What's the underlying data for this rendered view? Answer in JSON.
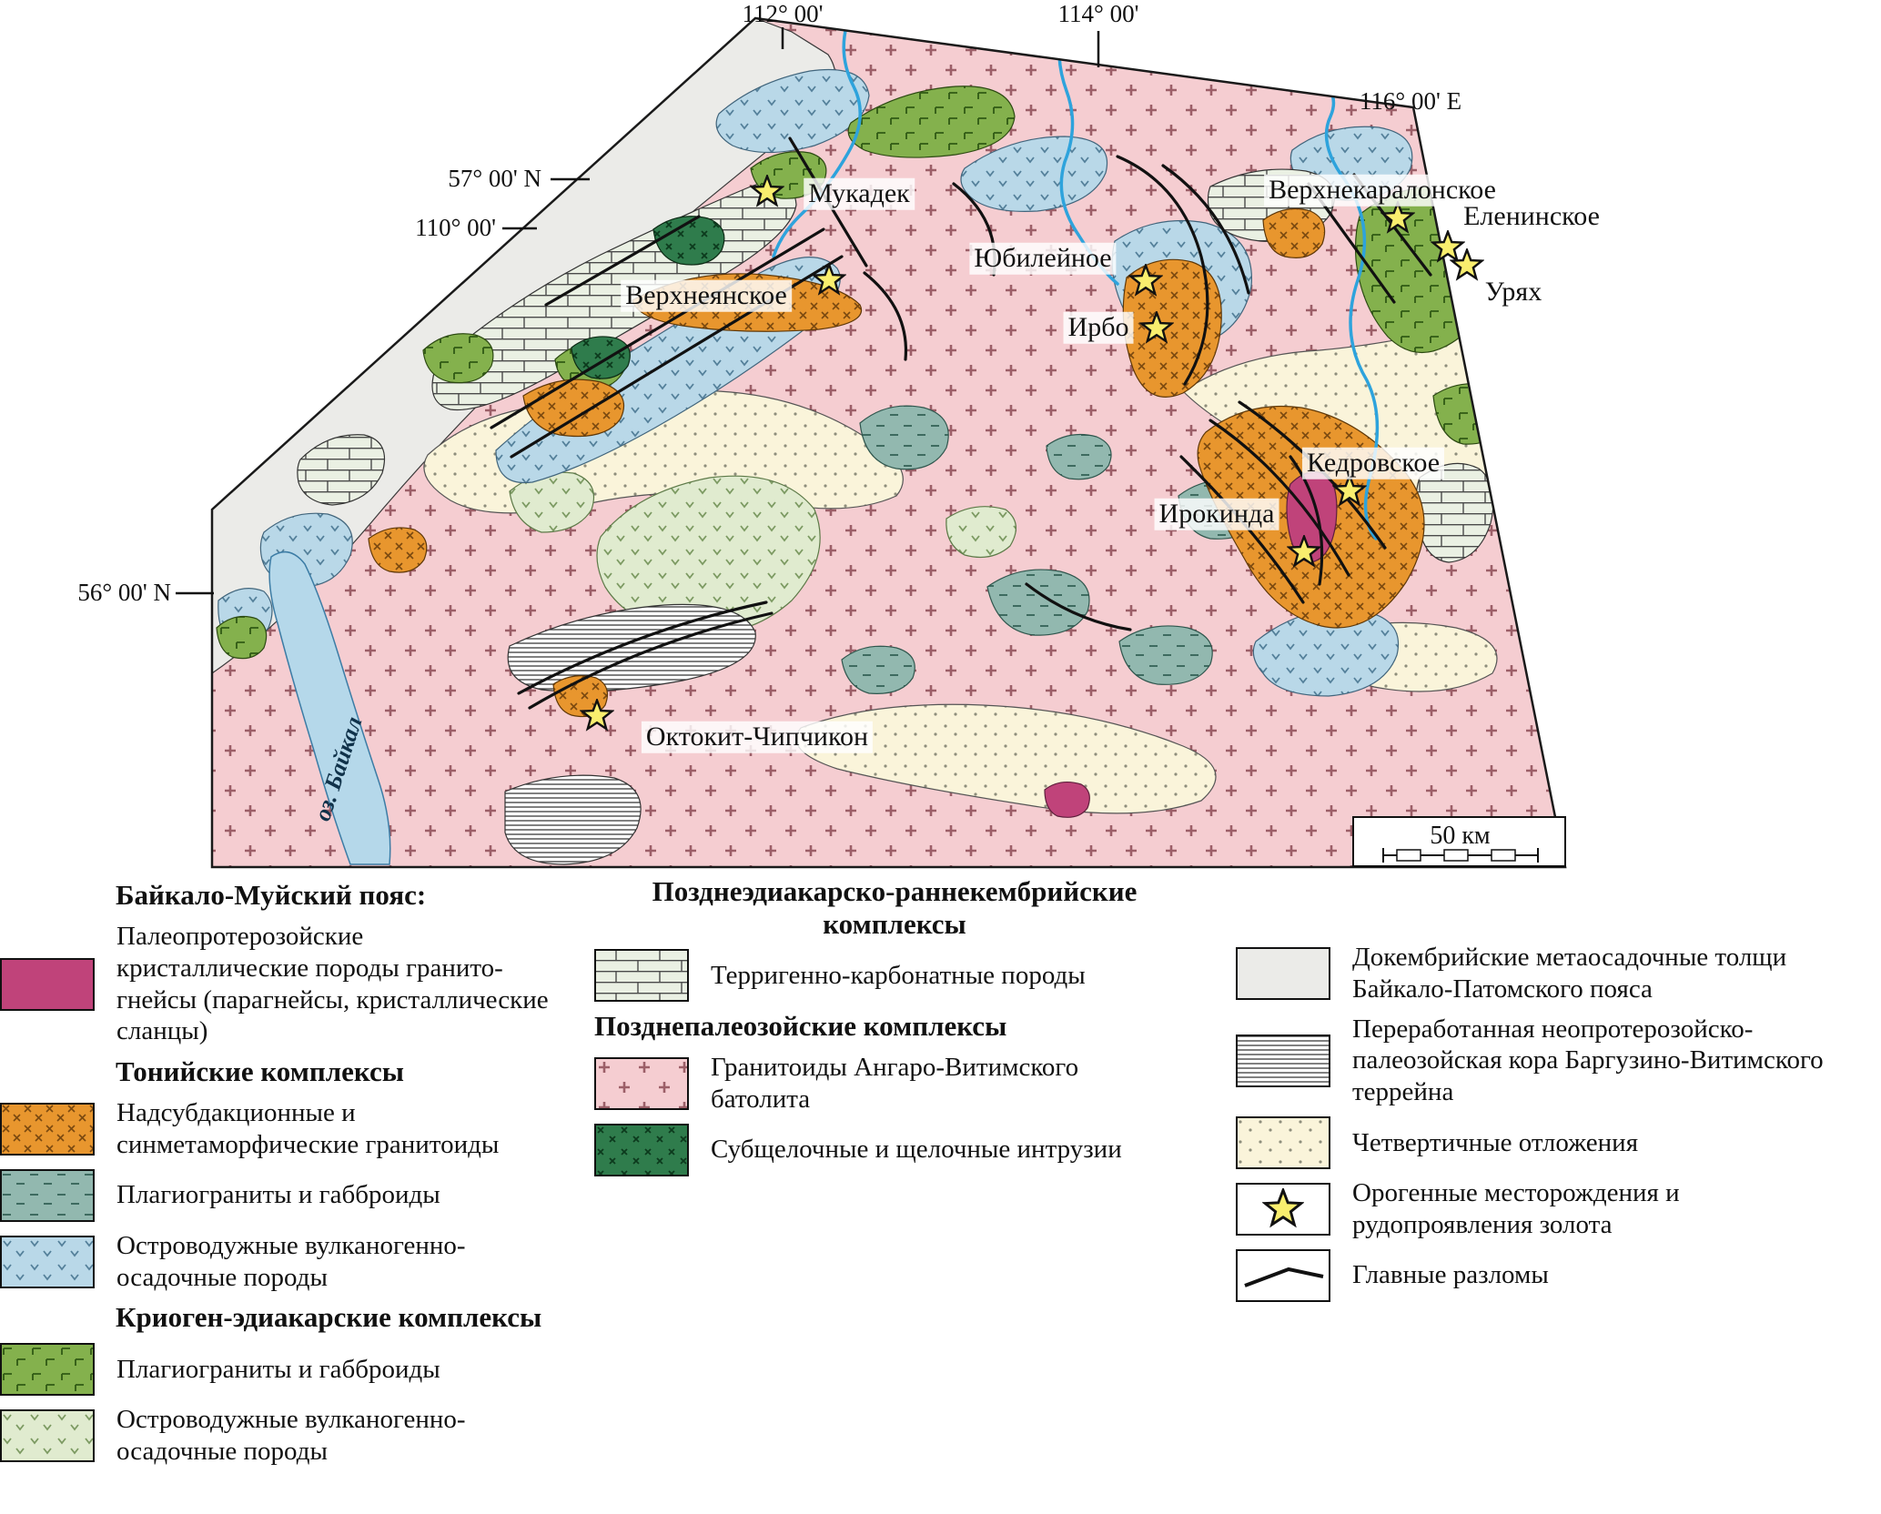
{
  "map": {
    "ticks_top": [
      "112° 00'",
      "114° 00'",
      "116° 00' E"
    ],
    "ticks_left": [
      "57° 00' N",
      "110° 00'",
      "56° 00' N"
    ],
    "lake_label": "оз. Байкал",
    "scale_label": "50 км",
    "deposits": [
      {
        "name": "Мукадек"
      },
      {
        "name": "Верхнеянское"
      },
      {
        "name": "Юбилейное"
      },
      {
        "name": "Ирбо"
      },
      {
        "name": "Верхнекаралонское"
      },
      {
        "name": "Еленинское"
      },
      {
        "name": "Урях"
      },
      {
        "name": "Кедровское"
      },
      {
        "name": "Ирокинда"
      },
      {
        "name": "Октокит-Чипчикон"
      }
    ]
  },
  "legend": {
    "left": {
      "heading": "Байкало-Муйский пояс:",
      "paleo_label": "Палеопротерозойские кристаллические породы гранито-гнейсы (парагнейсы, кристаллические сланцы)",
      "tonian_heading": "Тонийские комплексы",
      "suprasubduction_label": "Надсубдакционные и синметаморфические гранитоиды",
      "plagiogranite_label": "Плагиограниты и габброиды",
      "island_arc_label": "Островодужные вулканогенно-осадочные породы",
      "cryogenian_heading": "Криоген-эдиакарские комплексы",
      "plagiogranite2_label": "Плагиограниты и габброиды",
      "island_arc2_label": "Островодужные вулканогенно-осадочные породы"
    },
    "middle": {
      "ediacaran_heading": "Позднеэдиакарско-раннекембрийские комплексы",
      "carbonate_label": "Терригенно-карбонатные породы",
      "paleozoic_heading": "Позднепалеозойские комплексы",
      "batholith_label": "Гранитоиды Ангаро-Витимского батолита",
      "alkaline_label": "Субщелочные и щелочные интрузии"
    },
    "right": {
      "metasedimentary_label": "Докембрийские метаосадочные толщи Байкало-Патомского пояса",
      "reworked_label": "Переработанная неопротерозойско-палеозойская кора Баргузино-Витимского террейна",
      "quaternary_label": "Четвертичные отложения",
      "gold_label": "Орогенные месторождения и рудопроявления золота",
      "faults_label": "Главные разломы"
    }
  },
  "palette": {
    "paleoproterozoic_magenta": "#c0437a",
    "suprasubduction_orange": "#e8962e",
    "tonian_plagiogranite_teal": "#92b8af",
    "island_arc_blue": "#b9d8e8",
    "cryogenian_plagiogranite_green": "#84b14d",
    "island_arc_light_green": "#e0ebcf",
    "carbonate_pale": "#eaf0e3",
    "batholith_pink": "#f5cdd1",
    "alkaline_dark_green": "#2f7c4c",
    "metasedimentary_gray": "#ebebe8",
    "quaternary_cream": "#faf4da",
    "lake_blue": "#b5d8ea",
    "river_blue": "#2ea3dc",
    "star_yellow": "#f9ee6e"
  }
}
